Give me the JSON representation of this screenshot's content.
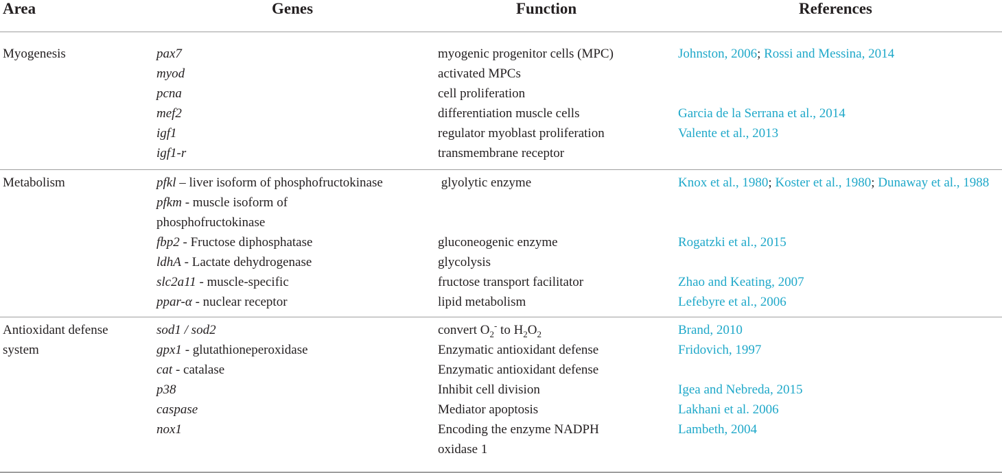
{
  "headers": {
    "area": "Area",
    "genes": "Genes",
    "function": "Function",
    "references": "References"
  },
  "sections": [
    {
      "area": "Myogenesis",
      "rows": [
        {
          "gene": "pax7",
          "desc": "",
          "function": "myogenic progenitor cells (MPC)",
          "refs": [
            "Johnston, 2006",
            "Rossi and Messina, 2014"
          ]
        },
        {
          "gene": "myod",
          "desc": "",
          "function": "activated MPCs",
          "refs": []
        },
        {
          "gene": "pcna",
          "desc": "",
          "function": "cell proliferation",
          "refs": []
        },
        {
          "gene": "mef2",
          "desc": "",
          "function": "differentiation muscle cells",
          "refs": [
            "Garcia de la Serrana et al., 2014"
          ]
        },
        {
          "gene": "igf1",
          "desc": "",
          "function": "regulator myoblast proliferation",
          "refs": [
            "Valente et al., 2013"
          ]
        },
        {
          "gene": "igf1-r",
          "desc": "",
          "function": "transmembrane receptor",
          "refs": []
        }
      ]
    },
    {
      "area": "Metabolism",
      "rows": [
        {
          "gene": "pfkl",
          "desc": " – liver isoform of phosphofructokinase",
          "function": " glyolytic enzyme",
          "refs": [
            "Knox et al., 1980",
            "Koster et al., 1980",
            "Dunaway et al., 1988"
          ]
        },
        {
          "gene": "pfkm",
          "desc": " - muscle isoform of phosphofructokinase",
          "function": "",
          "refs": []
        },
        {
          "gene": "fbp2",
          "desc": " - Fructose diphosphatase",
          "function": "gluconeogenic enzyme",
          "refs": [
            "Rogatzki et al., 2015"
          ]
        },
        {
          "gene": "ldhA",
          "desc": " - Lactate dehydrogenase",
          "function": "glycolysis",
          "refs": []
        },
        {
          "gene": "slc2a11",
          "desc": " - muscle-specific",
          "function": "fructose transport facilitator",
          "refs": [
            "Zhao and Keating, 2007"
          ]
        },
        {
          "gene": "ppar-α",
          "desc": " - nuclear receptor",
          "function": "lipid metabolism",
          "refs": [
            "Lefebyre et al., 2006"
          ]
        }
      ]
    },
    {
      "area": "Antioxidant defense system",
      "rows": [
        {
          "gene": "sod1 / sod2",
          "desc": "",
          "function_parts": {
            "a": "convert O",
            "a_sub": "2",
            "a_sup": "-",
            "b": " to H",
            "b_sub1": "2",
            "c": "O",
            "c_sub": "2"
          },
          "refs": [
            "Brand, 2010"
          ]
        },
        {
          "gene": "gpx1",
          "desc": " - glutathioneperoxidase",
          "function": "Enzymatic antioxidant defense",
          "refs": [
            "Fridovich, 1997"
          ]
        },
        {
          "gene": "cat",
          "desc": " - catalase",
          "function": "Enzymatic antioxidant defense",
          "refs": []
        },
        {
          "gene": "p38",
          "desc": "",
          "function": "Inhibit cell division",
          "refs": [
            "Igea and Nebreda, 2015"
          ]
        },
        {
          "gene": "caspase",
          "desc": "",
          "function": "Mediator apoptosis",
          "refs": [
            "Lakhani et al. 2006"
          ]
        },
        {
          "gene": "nox1",
          "desc": "",
          "function": "Encoding the enzyme NADPH oxidase 1",
          "refs": [
            "Lambeth, 2004"
          ]
        }
      ]
    }
  ]
}
